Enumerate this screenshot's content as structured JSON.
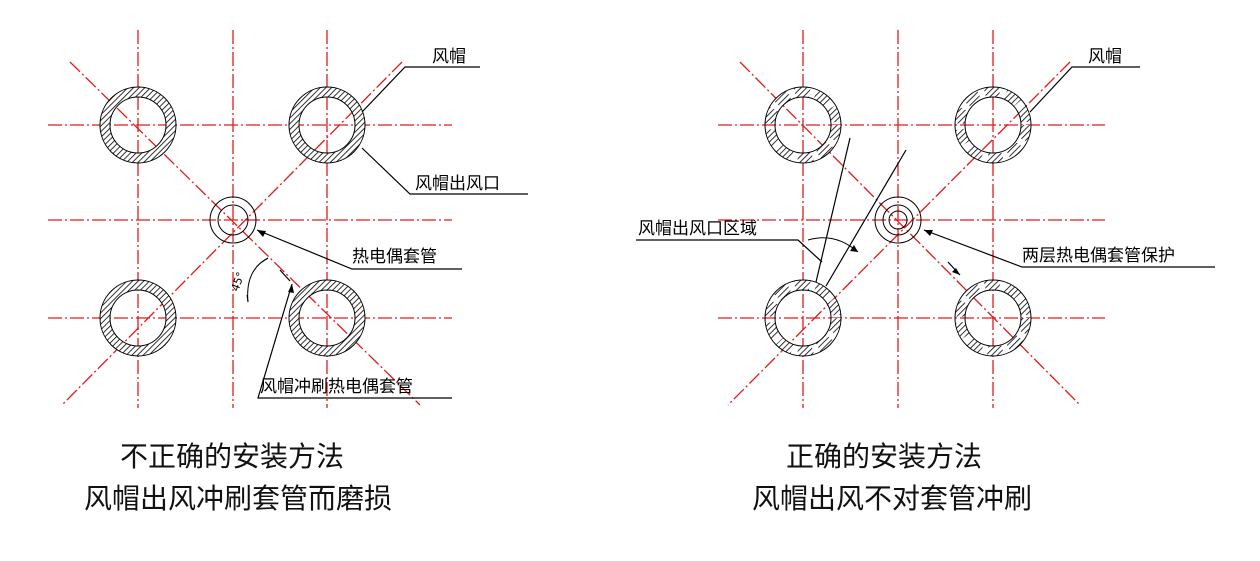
{
  "left": {
    "labels": {
      "cap": "风帽",
      "cap_outlet": "风帽出风口",
      "sleeve": "热电偶套管",
      "erosion": "风帽冲刷热电偶套管",
      "angle": "45°"
    },
    "caption": [
      "不正确的安装方法",
      "风帽出风冲刷套管而磨损"
    ]
  },
  "right": {
    "labels": {
      "cap": "风帽",
      "outlet_zone": "风帽出风口区域",
      "double_sleeve": "两层热电偶套管保护"
    },
    "caption": [
      "正确的安装方法",
      "风帽出风不对套管冲刷"
    ]
  },
  "colors": {
    "centerline": "#e31a1a",
    "line": "#000000"
  }
}
